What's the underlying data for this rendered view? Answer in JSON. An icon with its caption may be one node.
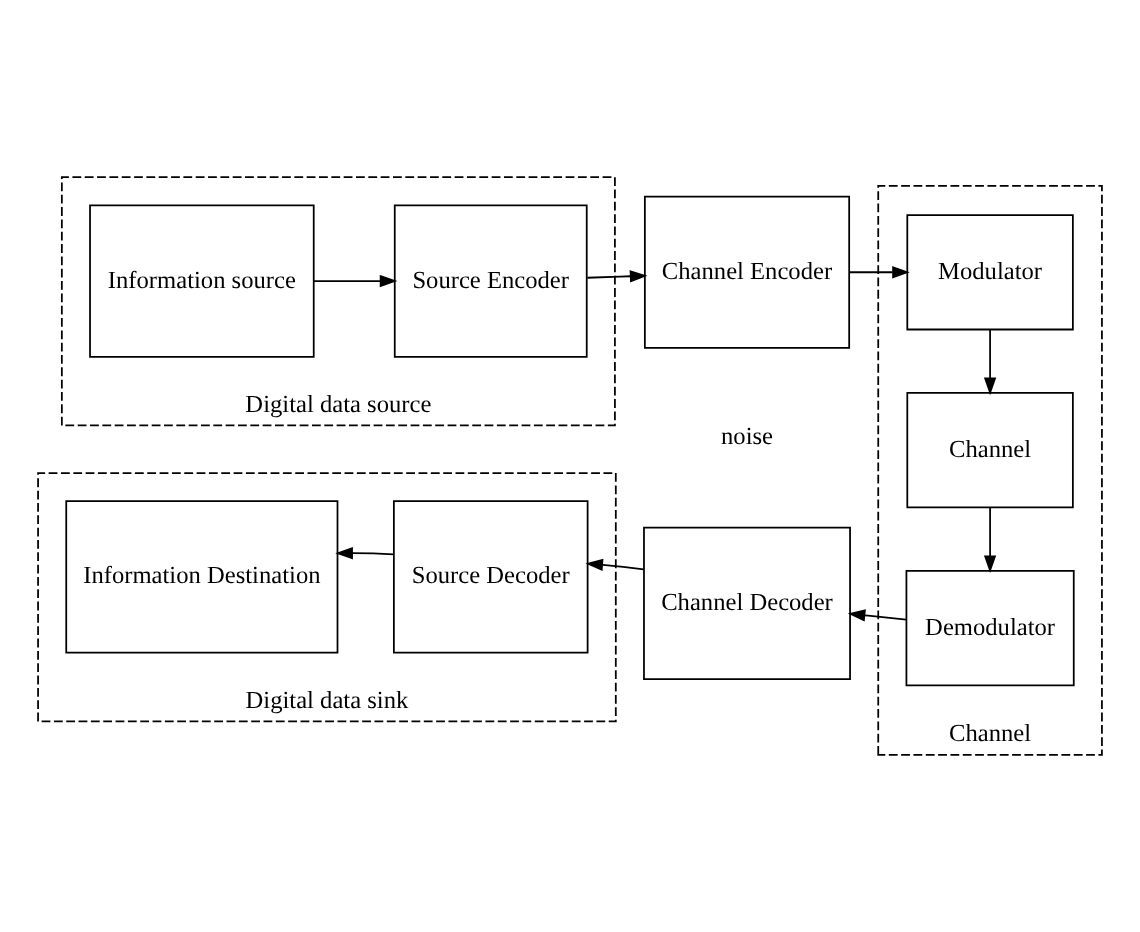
{
  "diagram": {
    "nodes": [
      {
        "text": [
          "Digital data source"
        ]
      },
      {
        "text": [
          "Information source"
        ],
        "in": 0
      },
      {
        "text": [
          "Source Encoder"
        ],
        "in": 0
      },
      {
        "text": [
          "Channel Encoder"
        ]
      },
      {
        "text": [
          "Channel"
        ]
      },
      {
        "text": [
          "Modulator"
        ],
        "in": 4
      },
      {
        "text": [
          "Channel"
        ],
        "in": 4
      },
      {
        "text": [
          "Demodulator"
        ],
        "in": 4
      },
      {
        "text": [
          "Digital data sink"
        ]
      },
      {
        "text": [
          "Information Destination"
        ],
        "in": 8
      },
      {
        "text": [
          "Source Decoder"
        ],
        "in": 8
      },
      {
        "text": [
          "Channel Decoder"
        ]
      }
    ],
    "edges": [
      {
        "from": 1,
        "to": 2,
        "arrow": "to"
      },
      {
        "from": 2,
        "to": 3,
        "arrow": "to"
      },
      {
        "from": 3,
        "to": 5,
        "arrow": "to"
      },
      {
        "from": 5,
        "to": 6,
        "arrow": "to"
      },
      {
        "from": 6,
        "to": 7,
        "arrow": "to"
      },
      {
        "from": 7,
        "to": 11,
        "arrow": "to"
      },
      {
        "from": 11,
        "to": 10,
        "arrow": "to"
      },
      {
        "from": 10,
        "to": 9,
        "arrow": "to"
      }
    ],
    "labels": [
      "noise"
    ]
  }
}
